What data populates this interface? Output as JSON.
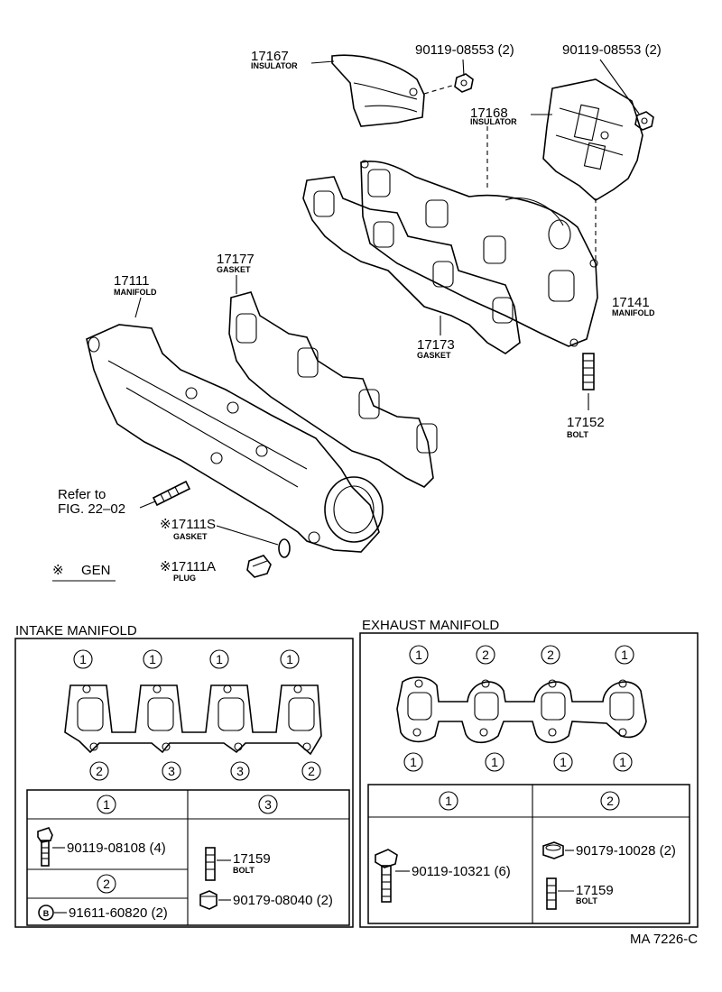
{
  "callouts": {
    "insulator_17167": {
      "part_no": "17167",
      "label": "INSULATOR"
    },
    "bolt_90119_08553_a": {
      "part_no": "90119-08553 (2)"
    },
    "bolt_90119_08553_b": {
      "part_no": "90119-08553 (2)"
    },
    "insulator_17168": {
      "part_no": "17168",
      "label": "INSULATOR"
    },
    "gasket_17177": {
      "part_no": "17177",
      "label": "GASKET"
    },
    "manifold_17111": {
      "part_no": "17111",
      "label": "MANIFOLD"
    },
    "manifold_17141": {
      "part_no": "17141",
      "label": "MANIFOLD"
    },
    "gasket_17173": {
      "part_no": "17173",
      "label": "GASKET"
    },
    "bolt_17152": {
      "part_no": "17152",
      "label": "BOLT"
    },
    "refer_note": {
      "line1": "Refer to",
      "line2": "FIG. 22–02"
    },
    "gasket_17111s": {
      "part_no": "※17111S",
      "label": "GASKET"
    },
    "plug_17111a": {
      "part_no": "※17111A",
      "label": "PLUG"
    },
    "gen_legend": {
      "symbol": "※",
      "text": "GEN"
    }
  },
  "intake": {
    "title": "INTAKE MANIFOLD",
    "top_numbers": [
      "1",
      "1",
      "1",
      "1"
    ],
    "bottom_numbers": [
      "2",
      "3",
      "3",
      "2"
    ],
    "table": {
      "col1_header": "1",
      "col1_part": "90119-08108 (4)",
      "col1_sub_header": "2",
      "col1_sub_part": "91611-60820 (2)",
      "col1_sub_icon": "B",
      "col2_header": "3",
      "col2_part1_no": "17159",
      "col2_part1_label": "BOLT",
      "col2_part2": "90179-08040 (2)"
    }
  },
  "exhaust": {
    "title": "EXHAUST MANIFOLD",
    "top_numbers": [
      "1",
      "2",
      "2",
      "1"
    ],
    "bottom_numbers": [
      "1",
      "1",
      "1",
      "1"
    ],
    "table": {
      "col1_header": "1",
      "col1_part": "90119-10321 (6)",
      "col2_header": "2",
      "col2_part1": "90179-10028 (2)",
      "col2_part2_no": "17159",
      "col2_part2_label": "BOLT"
    }
  },
  "figure_code": "MA 7226-C"
}
